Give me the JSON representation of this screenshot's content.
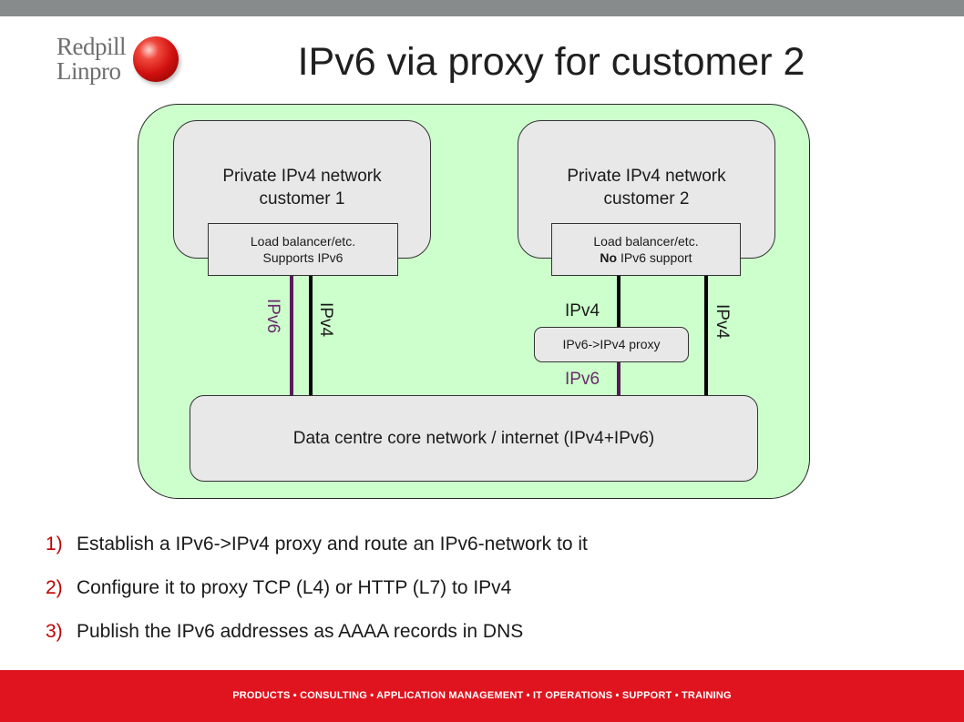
{
  "header": {
    "logo_line1": "Redpill",
    "logo_line2": "Linpro",
    "title": "IPv6 via proxy for customer 2"
  },
  "diagram": {
    "customer1": {
      "network_line1": "Private IPv4 network",
      "network_line2": "customer 1",
      "lb_line1": "Load balancer/etc.",
      "lb_line2": "Supports IPv6",
      "link_ipv6": "IPv6",
      "link_ipv4": "IPv4"
    },
    "customer2": {
      "network_line1": "Private IPv4 network",
      "network_line2": "customer 2",
      "lb_line1": "Load balancer/etc.",
      "lb_line2_bold": "No",
      "lb_line2_rest": " IPv6 support",
      "link_ipv4_upper": "IPv4",
      "proxy": "IPv6->IPv4 proxy",
      "link_ipv6_lower": "IPv6",
      "link_ipv4_right": "IPv4"
    },
    "core": "Data centre core network / internet (IPv4+IPv6)"
  },
  "steps": [
    {
      "num": "1)",
      "text": "Establish a IPv6->IPv4 proxy and route an IPv6-network to it"
    },
    {
      "num": "2)",
      "text": "Configure it to proxy TCP (L4) or HTTP (L7) to IPv4"
    },
    {
      "num": "3)",
      "text": "Publish the IPv6 addresses as AAAA records in DNS"
    }
  ],
  "footer": "PRODUCTS • CONSULTING • APPLICATION MANAGEMENT • IT OPERATIONS • SUPPORT • TRAINING",
  "colors": {
    "accent_red": "#e0141e",
    "panel_green": "#ccffcc",
    "ipv6_purple": "#5a1a5a",
    "ipv4_black": "#000000"
  }
}
